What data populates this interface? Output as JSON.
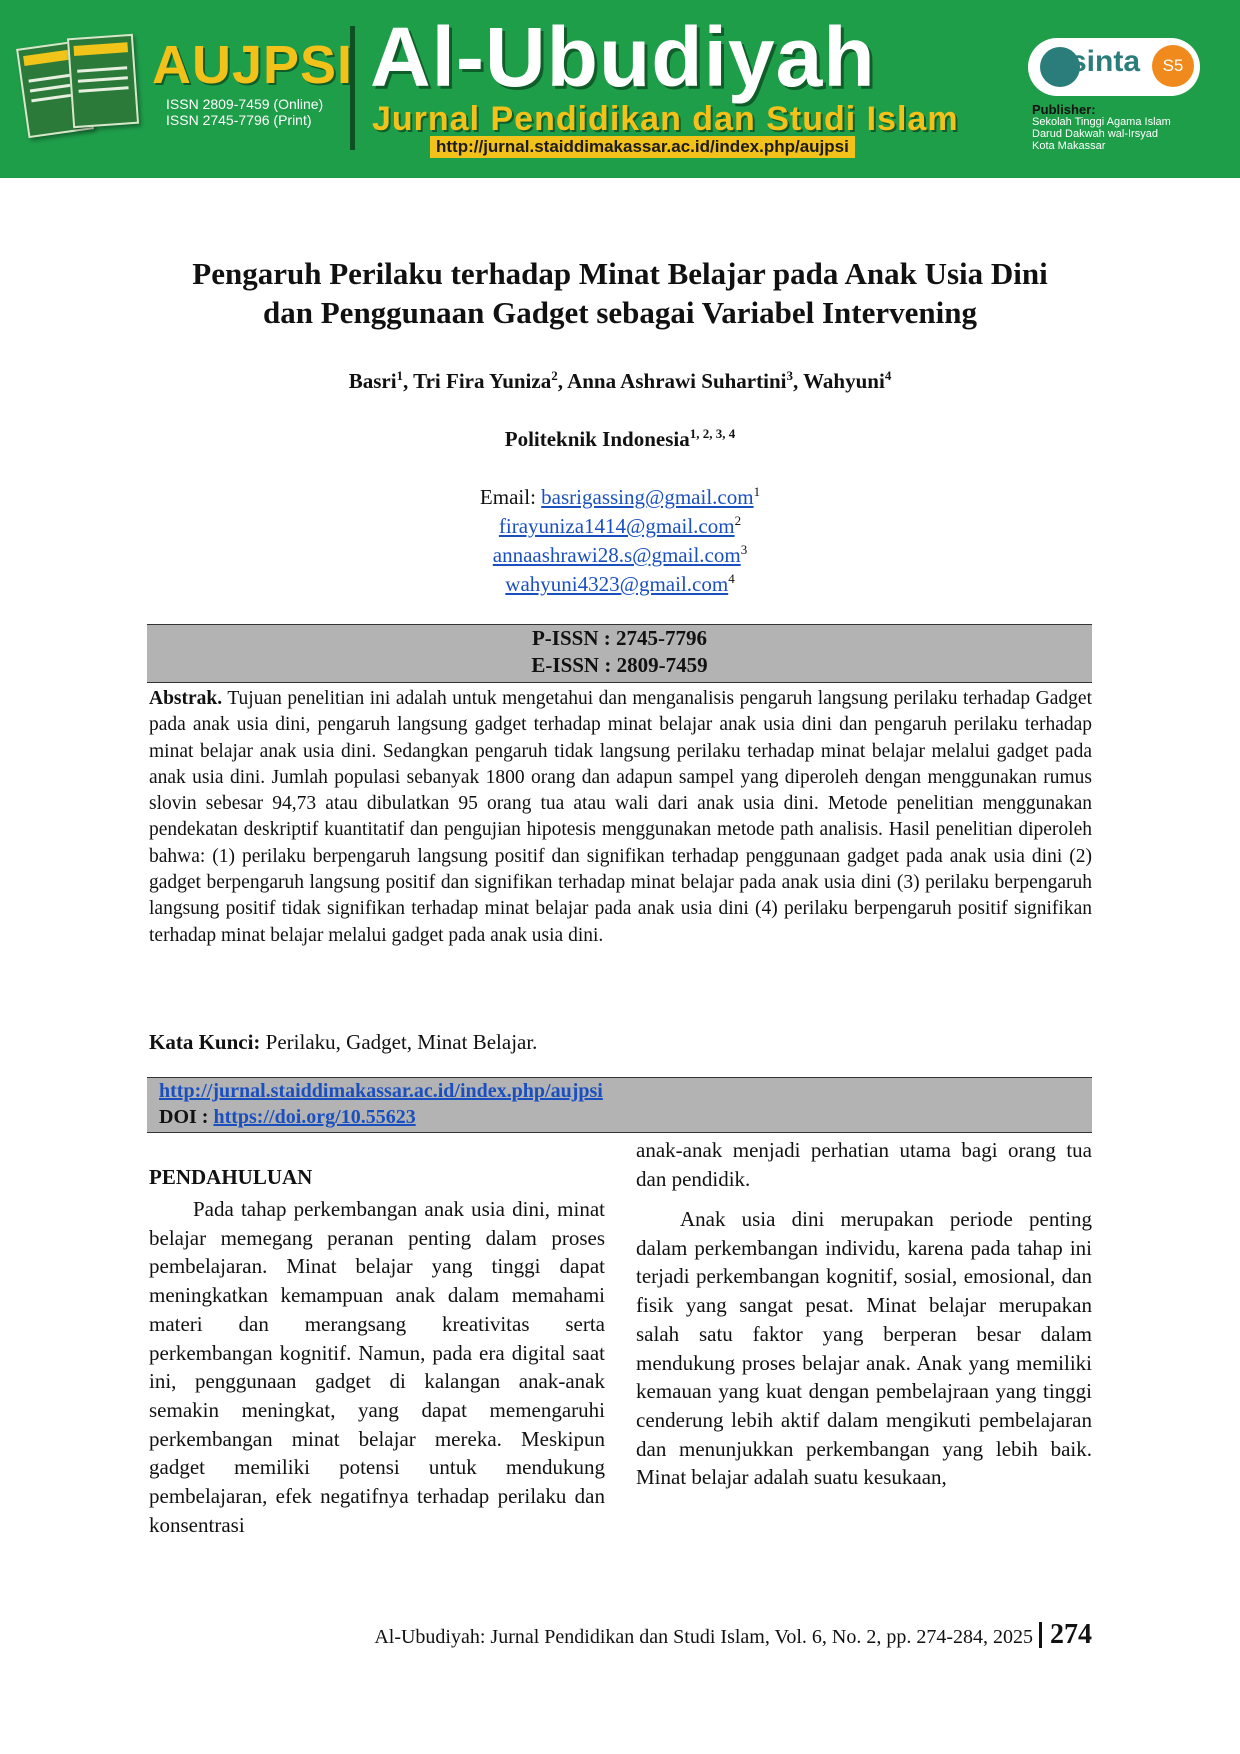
{
  "header": {
    "short_name": "AUJPSI",
    "issn_online": "ISSN 2809-7459 (Online)",
    "issn_print": "ISSN 2745-7796 (Print)",
    "journal_name": "Al-Ubudiyah",
    "journal_subtitle": "Jurnal Pendidikan dan Studi Islam",
    "journal_url": "http://jurnal.staiddimakassar.ac.id/index.php/aujpsi",
    "sinta_label": "sinta",
    "sinta_rank": "S5",
    "publisher_label": "Publisher:",
    "publisher_lines": [
      "Sekolah Tinggi Agama Islam",
      "Darud Dakwah wal-Irsyad",
      "Kota Makassar"
    ]
  },
  "article": {
    "title_line1": "Pengaruh Perilaku terhadap Minat Belajar pada Anak Usia Dini",
    "title_line2": "dan Penggunaan Gadget sebagai Variabel Intervening",
    "authors": [
      {
        "name": "Basri",
        "sup": "1"
      },
      {
        "name": "Tri Fira Yuniza",
        "sup": "2"
      },
      {
        "name": "Anna Ashrawi Suhartini",
        "sup": "3"
      },
      {
        "name": "Wahyuni",
        "sup": "4"
      }
    ],
    "affiliation": "Politeknik Indonesia",
    "affiliation_sup": "1, 2, 3, 4",
    "email_label": "Email:",
    "emails": [
      {
        "address": "basrigassing@gmail.com",
        "sup": "1"
      },
      {
        "address": "firayuniza1414@gmail.com",
        "sup": "2"
      },
      {
        "address": "annaashrawi28.s@gmail.com",
        "sup": "3"
      },
      {
        "address": "wahyuni4323@gmail.com",
        "sup": "4"
      }
    ],
    "p_issn": "P-ISSN : 2745-7796",
    "e_issn": "E-ISSN : 2809-7459",
    "abstract_label": "Abstrak.",
    "abstract_text": "Tujuan penelitian ini adalah untuk mengetahui dan menganalisis pengaruh langsung perilaku terhadap Gadget pada anak usia dini, pengaruh langsung gadget terhadap minat belajar anak usia dini dan pengaruh perilaku terhadap minat belajar anak usia dini. Sedangkan pengaruh tidak langsung perilaku terhadap minat belajar melalui gadget pada anak usia dini. Jumlah populasi sebanyak 1800 orang dan adapun sampel yang diperoleh dengan menggunakan rumus slovin sebesar 94,73 atau dibulatkan 95  orang tua atau wali dari anak usia dini. Metode penelitian menggunakan pendekatan deskriptif kuantitatif dan pengujian hipotesis menggunakan metode path analisis. Hasil penelitian diperoleh bahwa: (1) perilaku berpengaruh langsung positif dan signifikan terhadap penggunaan gadget pada anak usia dini (2) gadget berpengaruh langsung positif dan signifikan terhadap minat belajar pada anak usia dini (3) perilaku berpengaruh langsung positif tidak signifikan terhadap minat belajar pada anak usia dini (4) perilaku berpengaruh positif signifikan terhadap minat belajar melalui gadget pada anak usia dini.",
    "keywords_label": "Kata Kunci:",
    "keywords": "Perilaku, Gadget, Minat Belajar.",
    "doi_url_line": "http://jurnal.staiddimakassar.ac.id/index.php/aujpsi",
    "doi_label": "DOI :",
    "doi_link": "https://doi.org/10.55623"
  },
  "body": {
    "heading": "PENDAHULUAN",
    "left_paragraph": "Pada tahap perkembangan anak usia dini, minat belajar memegang peranan penting dalam proses pembelajaran. Minat belajar yang tinggi dapat meningkatkan kemampuan anak dalam memahami materi dan merangsang kreativitas serta perkembangan kognitif. Namun, pada era digital saat ini, penggunaan gadget di kalangan anak-anak semakin meningkat, yang dapat memengaruhi perkembangan minat belajar mereka. Meskipun gadget memiliki potensi untuk mendukung pembelajaran, efek negatifnya terhadap perilaku dan konsentrasi",
    "right_continuation": "anak-anak menjadi perhatian utama bagi orang tua dan pendidik.",
    "right_paragraph": "Anak usia dini merupakan periode penting dalam perkembangan individu, karena pada tahap ini terjadi perkembangan kognitif, sosial, emosional, dan fisik yang sangat pesat. Minat belajar merupakan salah satu faktor yang berperan besar dalam mendukung proses belajar anak. Anak yang memiliki kemauan yang kuat dengan pembelajraan yang tinggi cenderung lebih aktif dalam mengikuti pembelajaran dan menunjukkan perkembangan yang lebih baik. Minat belajar adalah suatu kesukaan,"
  },
  "footer": {
    "citation": "Al-Ubudiyah: Jurnal Pendidikan dan Studi Islam, Vol. 6, No. 2, pp. 274-284, 2025",
    "page_number": "274"
  }
}
